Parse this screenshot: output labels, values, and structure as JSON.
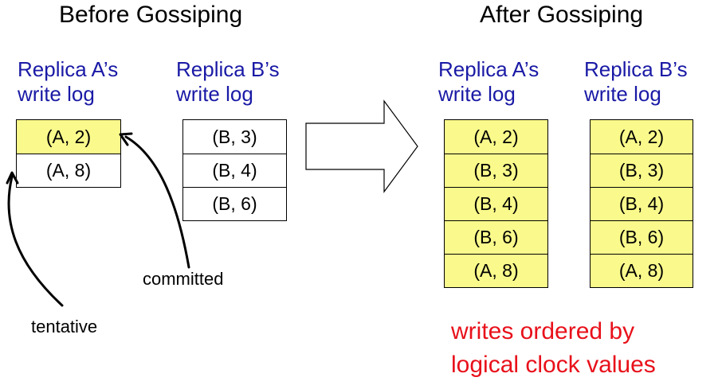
{
  "before": {
    "heading": "Before Gossiping",
    "replica_a": {
      "title_line1": "Replica A’s",
      "title_line2": "write log",
      "entries": [
        {
          "text": "(A, 2)",
          "committed": true
        },
        {
          "text": "(A, 8)",
          "committed": false
        }
      ]
    },
    "replica_b": {
      "title_line1": "Replica B’s",
      "title_line2": "write log",
      "entries": [
        {
          "text": "(B, 3)",
          "committed": false
        },
        {
          "text": "(B, 4)",
          "committed": false
        },
        {
          "text": "(B, 6)",
          "committed": false
        }
      ]
    }
  },
  "after": {
    "heading": "After Gossiping",
    "replica_a": {
      "title_line1": "Replica A’s",
      "title_line2": "write log",
      "entries": [
        {
          "text": "(A, 2)",
          "committed": true
        },
        {
          "text": "(B, 3)",
          "committed": true
        },
        {
          "text": "(B, 4)",
          "committed": true
        },
        {
          "text": "(B, 6)",
          "committed": true
        },
        {
          "text": "(A, 8)",
          "committed": true
        }
      ]
    },
    "replica_b": {
      "title_line1": "Replica B’s",
      "title_line2": "write log",
      "entries": [
        {
          "text": "(A, 2)",
          "committed": true
        },
        {
          "text": "(B, 3)",
          "committed": true
        },
        {
          "text": "(B, 4)",
          "committed": true
        },
        {
          "text": "(B, 6)",
          "committed": true
        },
        {
          "text": "(A, 8)",
          "committed": true
        }
      ]
    }
  },
  "annotations": {
    "committed_label": "committed",
    "tentative_label": "tentative"
  },
  "note": {
    "line1": "writes ordered by",
    "line2": "logical clock values"
  },
  "colors": {
    "committed_fill": "#fafa8c",
    "title_blue": "#1a1aa6",
    "note_red": "#e8101a"
  }
}
